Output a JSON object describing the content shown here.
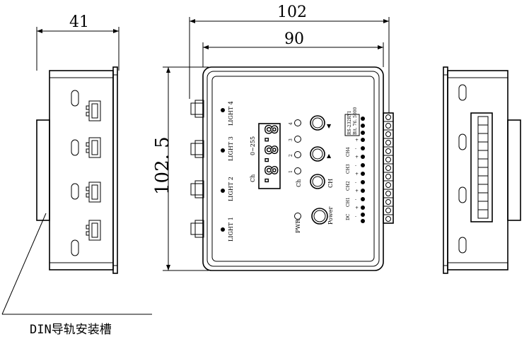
{
  "dimensions": {
    "side_depth": "41",
    "overall_width": "102",
    "body_width": "90",
    "height": "102. 5"
  },
  "front_panel": {
    "light_labels": [
      "LIGHT 4",
      "LIGHT 3",
      "LIGHT 2",
      "LIGHT 1"
    ],
    "range_label": "0~255",
    "display_digits": "8.8.8.",
    "ch_label": "Ch",
    "channel_numbers": [
      "4",
      "3",
      "2",
      "1"
    ],
    "button_labels": [
      "▼",
      "▲",
      "CH",
      "Power"
    ],
    "pwr_label": "PWR",
    "terminal_labels": [
      "CH4",
      "CH3",
      "CH2",
      "CH1",
      "DC"
    ],
    "terminal_polarity": [
      "+",
      "-",
      "+",
      "-",
      "+",
      "-",
      "+",
      "-",
      "+",
      "-"
    ],
    "spec_sticker": [
      "RS-232RY1",
      "Bit. 76. 5000"
    ]
  },
  "caption": "DIN导轨安装槽"
}
